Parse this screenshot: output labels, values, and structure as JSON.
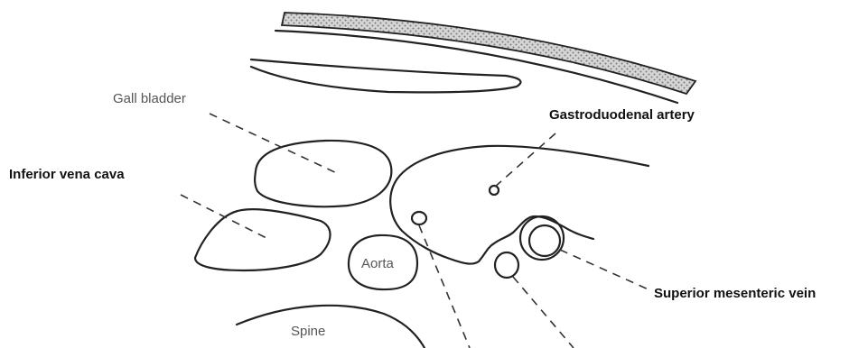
{
  "labels": {
    "gall_bladder": "Gall bladder",
    "gastroduodenal_artery": "Gastroduodenal artery",
    "inferior_vena_cava": "Inferior vena cava",
    "aorta": "Aorta",
    "superior_mesenteric_vein": "Superior mesenteric vein",
    "spine": "Spine"
  },
  "colors": {
    "outline": "#222222",
    "bold_label": "#111111",
    "light_label": "#555555",
    "fat_layer_fill": "#b9b9b9"
  }
}
